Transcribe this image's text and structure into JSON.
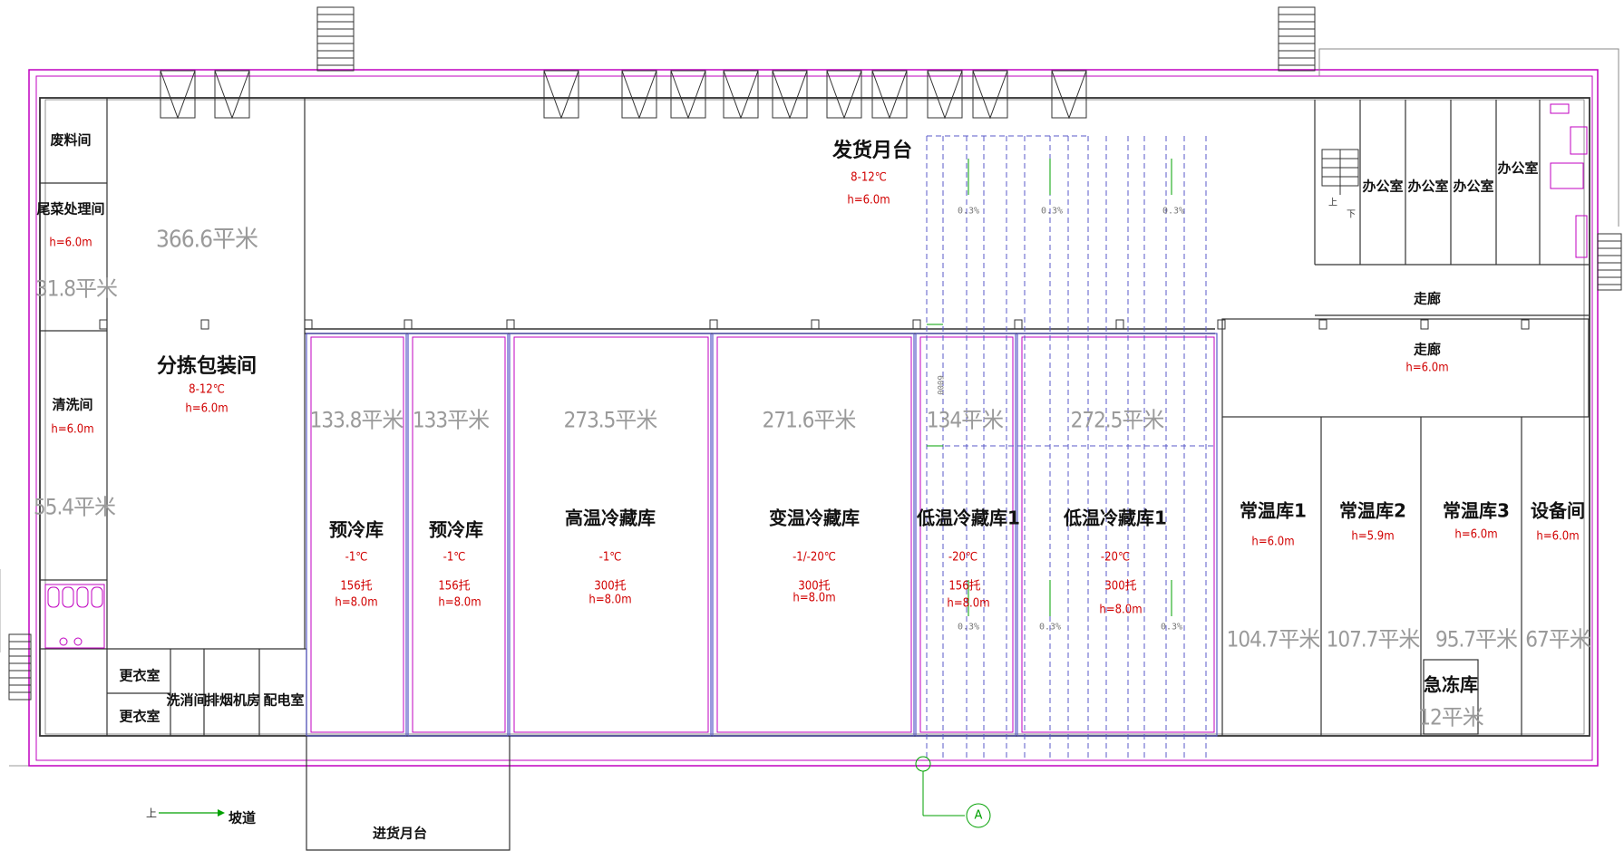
{
  "colors": {
    "wall": "#444444",
    "magenta": "#c000c0",
    "blue": "#5a5ac8",
    "red": "#d10000",
    "green": "#00a000",
    "area": "#9a9a9a"
  },
  "rooms": {
    "waste": {
      "name": "废料间"
    },
    "tail": {
      "name": "尾菜处理间",
      "h": "h=6.0m",
      "area": "31.8平米"
    },
    "wash": {
      "name": "清洗间",
      "h": "h=6.0m",
      "area": "55.4平米"
    },
    "sorting": {
      "name": "分拣包装间",
      "temp": "8-12℃",
      "h": "h=6.0m",
      "area": "366.6平米"
    },
    "dispatch": {
      "name": "发货月台",
      "temp": "8-12℃",
      "h": "h=6.0m"
    },
    "precool1": {
      "name": "预冷库",
      "temp": "-1℃",
      "cap": "156托",
      "h": "h=8.0m",
      "area": "133.8平米"
    },
    "precool2": {
      "name": "预冷库",
      "temp": "-1℃",
      "cap": "156托",
      "h": "h=8.0m",
      "area": "133平米"
    },
    "hightemp": {
      "name": "高温冷藏库",
      "temp": "-1℃",
      "cap": "300托",
      "h": "h=8.0m",
      "area": "273.5平米"
    },
    "vartemp": {
      "name": "变温冷藏库",
      "temp": "-1/-20℃",
      "cap": "300托",
      "h": "h=8.0m",
      "area": "271.6平米"
    },
    "lowtemp1": {
      "name": "低温冷藏库1",
      "temp": "-20℃",
      "cap": "156托",
      "h": "h=8.0m",
      "area": "134平米"
    },
    "lowtemp2": {
      "name": "低温冷藏库1",
      "temp": "-20℃",
      "cap": "300托",
      "h": "h=8.0m",
      "area": "272.5平米"
    },
    "office1": {
      "name": "办公室"
    },
    "office2": {
      "name": "办公室"
    },
    "office3": {
      "name": "办公室"
    },
    "office4": {
      "name": "办公室"
    },
    "corridor1": {
      "name": "走廊"
    },
    "corridor2": {
      "name": "走廊",
      "h": "h=6.0m"
    },
    "normal1": {
      "name": "常温库1",
      "h": "h=6.0m",
      "area": "104.7平米"
    },
    "normal2": {
      "name": "常温库2",
      "h": "h=5.9m",
      "area": "107.7平米"
    },
    "normal3": {
      "name": "常温库3",
      "h": "h=6.0m",
      "area": "95.7平米"
    },
    "equip": {
      "name": "设备间",
      "h": "h=6.0m",
      "area": "67平米"
    },
    "quickfreeze": {
      "name": "急冻库",
      "area": "12平米"
    },
    "locker1": {
      "name": "更衣室"
    },
    "locker2": {
      "name": "更衣室"
    },
    "disinfect": {
      "name": "洗消间"
    },
    "smoke": {
      "name": "排烟机房"
    },
    "power": {
      "name": "配电室"
    },
    "inbound": {
      "name": "进货月台"
    }
  },
  "ramp": {
    "up": "上",
    "label": "坡道"
  },
  "stair_up": "上",
  "stair_down": "下",
  "axis": {
    "label": "A"
  },
  "slopes": [
    "0.3%",
    "0.3%",
    "0.3%",
    "0.3%",
    "0.3%",
    "0.3%"
  ],
  "dim_vertical": "6000"
}
